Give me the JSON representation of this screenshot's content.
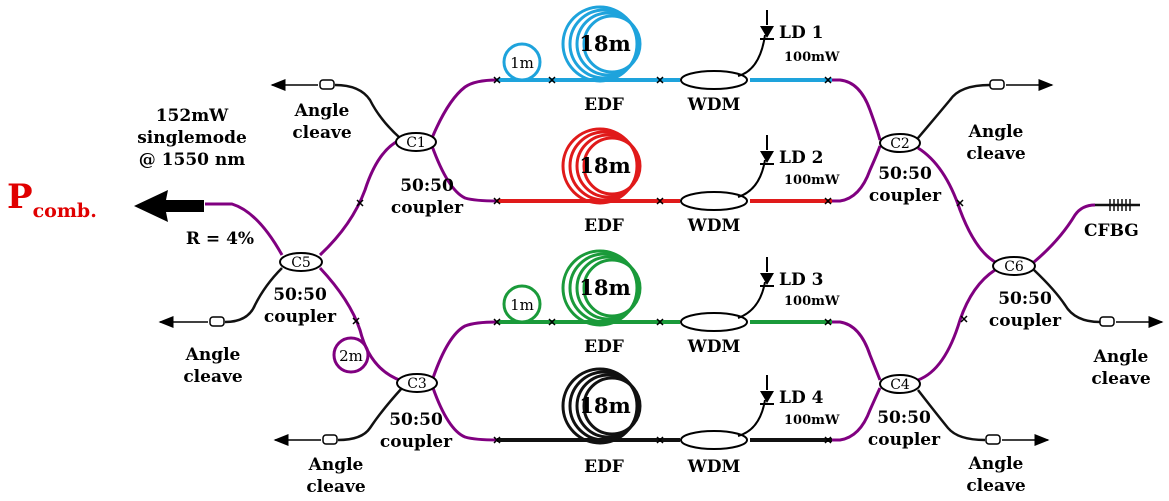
{
  "colors": {
    "fiber_main": "#800080",
    "fiber_black": "#111111",
    "branch1": "#1ea3dc",
    "branch2": "#e01a1a",
    "branch3": "#1a9a3a",
    "branch4": "#111111",
    "output_label": "#e00000"
  },
  "output": {
    "p_main": "P",
    "p_sub": "comb.",
    "power_lines": [
      "152mW",
      "singlemode",
      "@ 1550 nm"
    ],
    "reflectivity": "R = 4%"
  },
  "couplers": {
    "c1": "C1",
    "c2": "C2",
    "c3": "C3",
    "c4": "C4",
    "c5": "C5",
    "c6": "C6"
  },
  "coupler_ratio": "50:50",
  "coupler_word": "coupler",
  "angle_cleave": [
    "Angle",
    "cleave"
  ],
  "edf_label": "EDF",
  "wdm_label": "WDM",
  "coil_edf": "18m",
  "coil_1m": "1m",
  "coil_2m": "2m",
  "lasers": [
    {
      "name": "LD 1",
      "power": "100mW"
    },
    {
      "name": "LD 2",
      "power": "100mW"
    },
    {
      "name": "LD 3",
      "power": "100mW"
    },
    {
      "name": "LD 4",
      "power": "100mW"
    }
  ],
  "cfbg": "CFBG"
}
